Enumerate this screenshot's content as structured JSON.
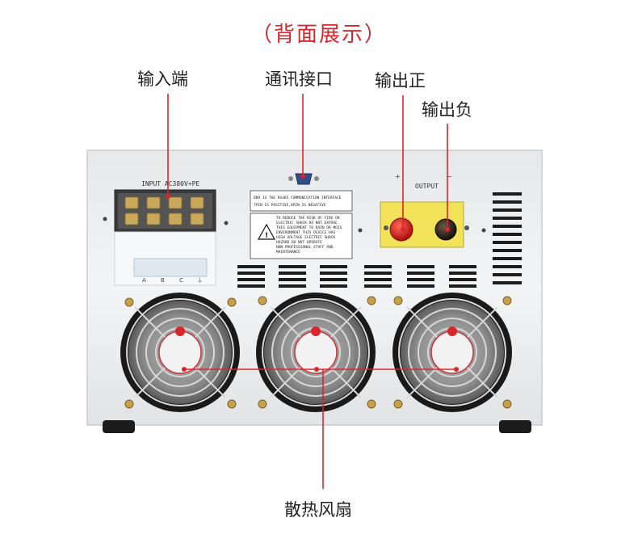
{
  "title": "（背面展示）",
  "labels": {
    "input": "输入端",
    "comm": "通讯接口",
    "out_pos": "输出正",
    "out_neg": "输出负",
    "fans": "散热风扇"
  },
  "panel": {
    "input_terminal": "INPUT AC380V+PE",
    "terminal_letters": [
      "A",
      "B",
      "C",
      "⏚"
    ],
    "output": "OUTPUT",
    "plus": "+",
    "minus": "−",
    "comm_notice": [
      "DB9 IS THE RS485 COMMUNICATION INTERFACE",
      "7PIN IS POSITIVE,8PIN IS NEGATIVE"
    ],
    "warning": [
      "TO REDUCE THE RISK OF FIRE OR",
      "ELECTRIC SHOCK DO NOT EXPOSE",
      "THIS EQUIPMENT TO RAIN OR MOIS",
      "ENVIRONMENT THIS DEVICE HAS",
      "HIGH VOLTAGE ELECTRIC SHOCK",
      "HAZARD DO NOT OPERATE",
      "NON-PROFESSIONAL STAFF AND",
      "MAINTENANCE"
    ]
  },
  "colors": {
    "accent": "#d9262c",
    "body": "#eef0f2",
    "output_plate": "#f2e25a"
  }
}
